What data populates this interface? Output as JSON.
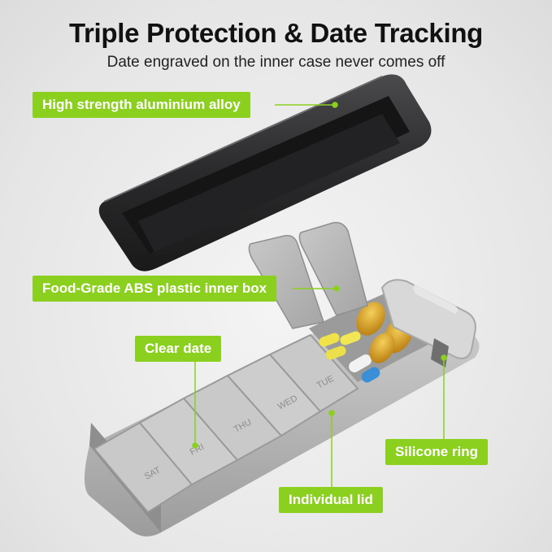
{
  "header": {
    "title": "Triple Protection & Date Tracking",
    "subtitle": "Date engraved on the inner case never comes off"
  },
  "callouts": {
    "alloy": "High strength aluminium alloy",
    "abs": "Food-Grade ABS plastic inner box",
    "clear_date": "Clear date",
    "silicone": "Silicone ring",
    "lid": "Individual lid"
  },
  "day_labels": [
    "SAT",
    "FRI",
    "THU",
    "WED",
    "TUE"
  ],
  "colors": {
    "accent": "#8bcf1f",
    "case": "#2b2b2d",
    "inner_box": "#b9b9b9"
  }
}
